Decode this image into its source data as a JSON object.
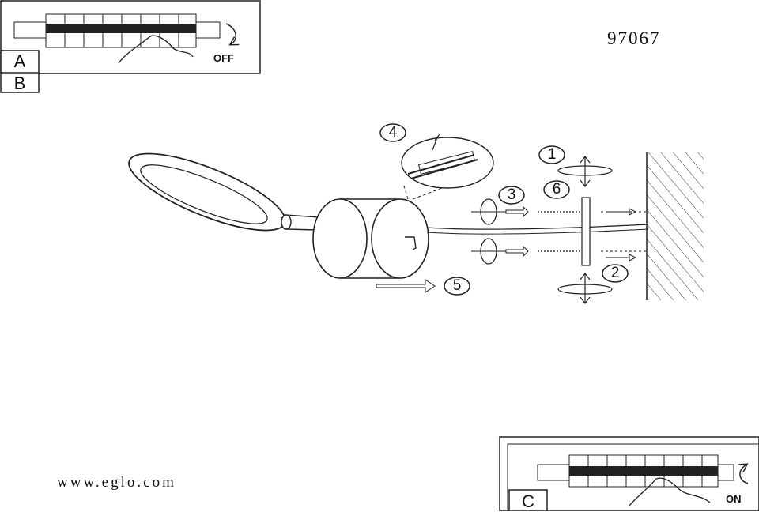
{
  "model_number": "97067",
  "website": "www.eglo.com",
  "panels": {
    "a": {
      "letter": "A",
      "switch_state": "OFF"
    },
    "b": {
      "letter": "B"
    },
    "c": {
      "letter": "C",
      "switch_state": "ON"
    }
  },
  "steps": [
    "1",
    "2",
    "3",
    "4",
    "5",
    "6"
  ]
}
